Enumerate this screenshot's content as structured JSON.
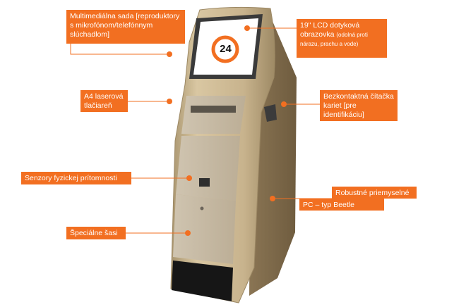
{
  "callouts": {
    "multimedia": "Multimediálna sada [reproduktory s mikrofónom/telefónnym slúchadlom]",
    "lcd_main": "19\" LCD dotyková obrazovka",
    "lcd_note": "(odolná proti nárazu, prachu a vode)",
    "printer": "A4 laserová tlačiareň",
    "card_reader": "Bezkontaktná čítačka kariet [pre identifikáciu]",
    "sensors": "Senzory fyzickej prítomnosti",
    "pc_line1": "Robustné priemyselné",
    "pc_line2": "PC – typ Beetle",
    "chassis": "Špeciálne šasi"
  },
  "screen_logo": "24",
  "colors": {
    "accent": "#f26f21",
    "kiosk_body": "#c9b48f",
    "kiosk_shadow": "#8f7b5a",
    "bezel": "#3a3a3a",
    "screen": "#ffffff"
  }
}
